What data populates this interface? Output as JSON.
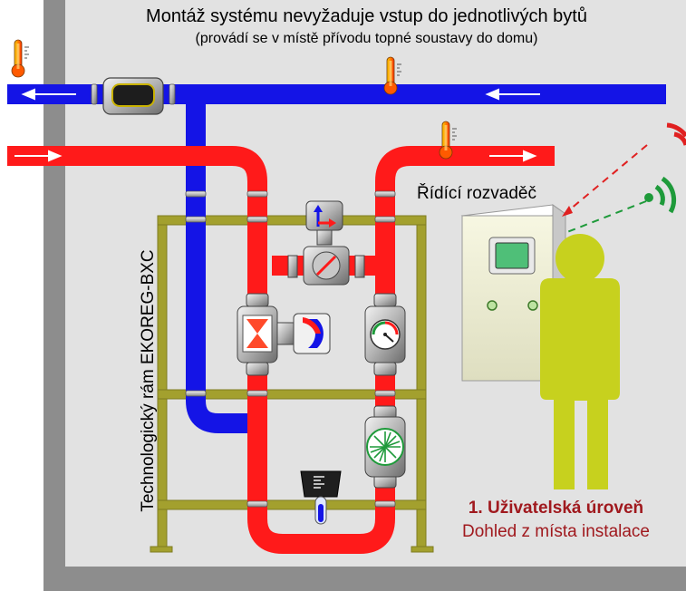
{
  "header": {
    "title": "Montáž systému nevyžaduje vstup do jednotlivých bytů",
    "subtitle": "(provádí se v místě přívodu topné soustavy do domu)"
  },
  "frame": {
    "label": "Technologický rám EKOREG-BXC"
  },
  "cabinet": {
    "label": "Řídící rozvaděč"
  },
  "user_level": {
    "title": "1. Uživatelská úroveň",
    "subtitle": "Dohled z místa instalace"
  },
  "colors": {
    "supply_pipe": "#ff1a1a",
    "return_pipe": "#1414e6",
    "frame": "#a3a02e",
    "person": "#c7d11e",
    "background": "#e2e2e2",
    "wall": "#8d8d8d",
    "user_level_text": "#a0191e",
    "signal_red": "#e02020",
    "signal_green": "#1e9a3a"
  },
  "icons": [
    "thermometer-icon",
    "heat-meter-icon",
    "flow-arrow-icon",
    "control-valve-icon",
    "pressure-gauge-icon",
    "pump-icon",
    "person-icon",
    "wireless-signal-icon"
  ]
}
